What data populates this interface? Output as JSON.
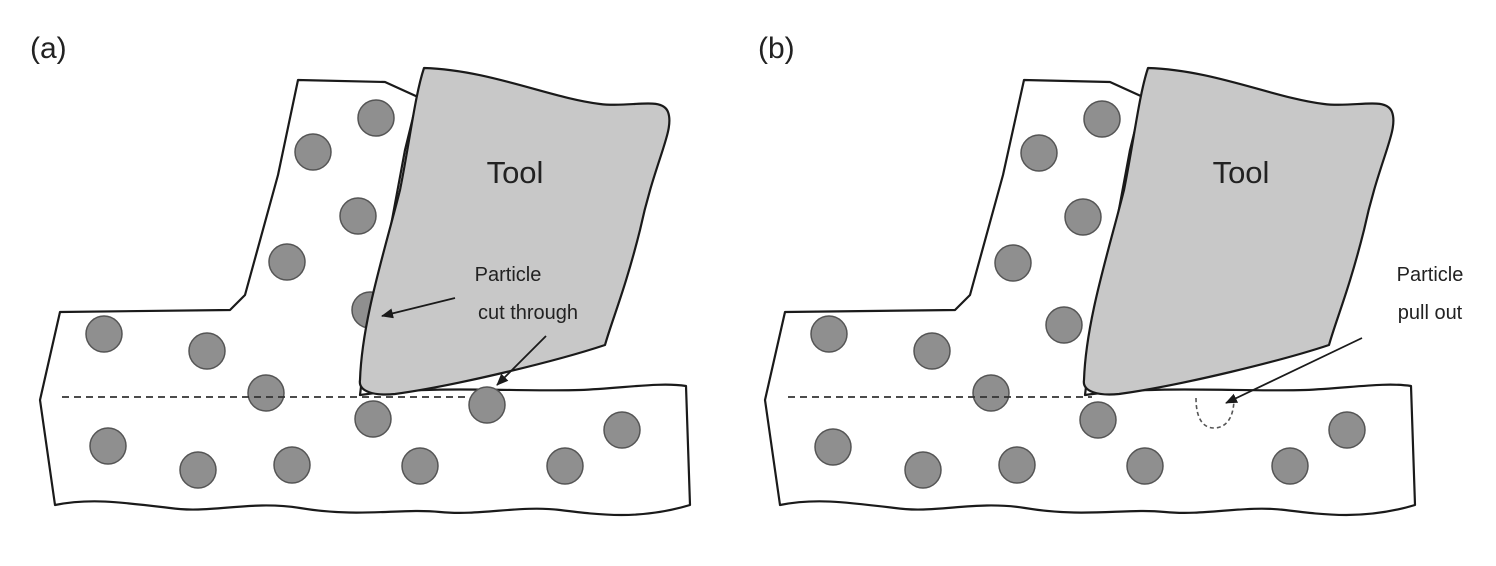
{
  "figure": {
    "colors": {
      "particle_fill": "#8f8f8f",
      "particle_stroke": "#555555",
      "tool_fill": "#c8c8c8",
      "outline": "#1a1a1a"
    },
    "panels": [
      {
        "label": "(a)",
        "tool_label": "Tool",
        "annotation_lines": [
          "Particle",
          "cut through"
        ]
      },
      {
        "label": "(b)",
        "tool_label": "Tool",
        "annotation_lines": [
          "Particle",
          "pull out"
        ]
      }
    ]
  }
}
